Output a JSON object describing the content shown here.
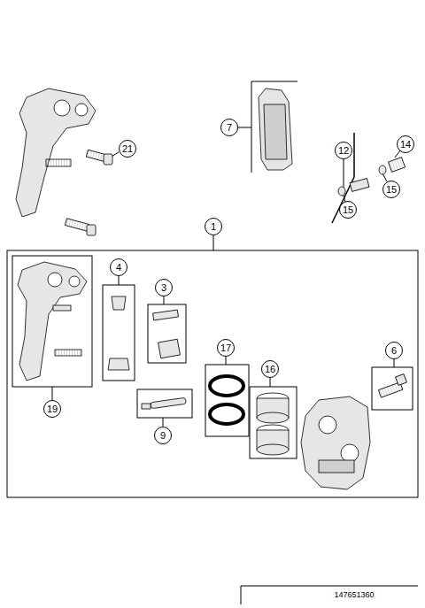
{
  "diagram": {
    "nodes": [
      {
        "text": [
          "7"
        ]
      },
      {
        "text": [
          "21"
        ]
      },
      {
        "text": [
          "12"
        ]
      },
      {
        "text": [
          "14"
        ]
      },
      {
        "text": [
          "15"
        ]
      },
      {
        "text": [
          "15"
        ]
      },
      {
        "text": [
          "1"
        ]
      },
      {
        "text": [
          "4"
        ]
      },
      {
        "text": [
          "3"
        ]
      },
      {
        "text": [
          "17"
        ]
      },
      {
        "text": [
          "16"
        ]
      },
      {
        "text": [
          "6"
        ]
      },
      {
        "text": [
          "19"
        ]
      },
      {
        "text": [
          "9"
        ]
      }
    ],
    "labels": [
      "147651360"
    ]
  }
}
